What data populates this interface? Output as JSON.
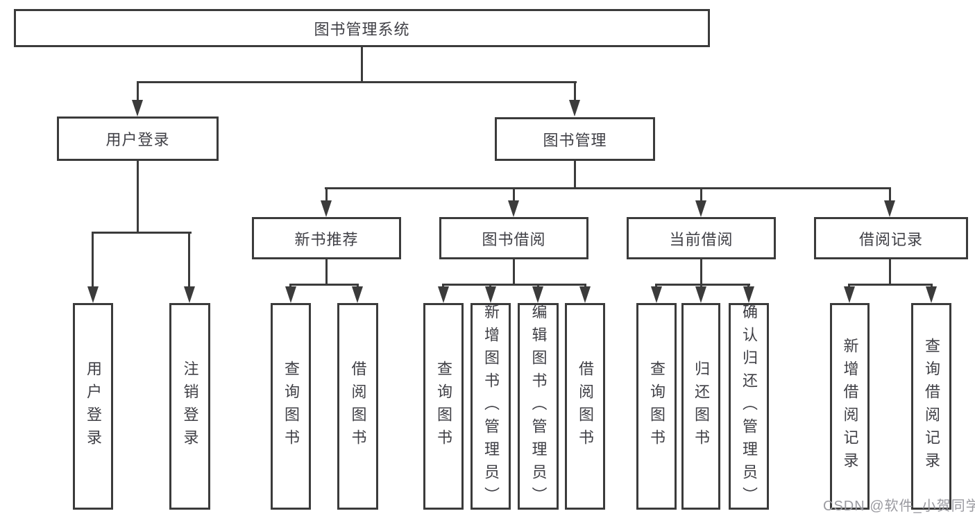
{
  "colors": {
    "line": "#3b3b3b",
    "text": "#3f3f45",
    "watermark_text": "#9a9aa0",
    "background": "#ffffff"
  },
  "nodes": {
    "root": {
      "label": "图书管理系统"
    },
    "user_login": {
      "label": "用户登录"
    },
    "book_management": {
      "label": "图书管理"
    },
    "new_book_recommend": {
      "label": "新书推荐"
    },
    "book_borrowing": {
      "label": "图书借阅"
    },
    "current_borrowing": {
      "label": "当前借阅"
    },
    "borrowing_records": {
      "label": "借阅记录"
    },
    "user_login_leaf": {
      "label": "用户登录"
    },
    "logout_leaf": {
      "label": "注销登录"
    },
    "query_books_recommend": {
      "label": "查询图书"
    },
    "borrow_books_recommend": {
      "label": "借阅图书"
    },
    "query_books_borrowing": {
      "label": "查询图书"
    },
    "add_books_admin": {
      "label": "新增图书（管理员）"
    },
    "edit_books_admin": {
      "label": "编辑图书（管理员）"
    },
    "borrow_books_borrowing": {
      "label": "借阅图书"
    },
    "query_books_current": {
      "label": "查询图书"
    },
    "return_books": {
      "label": "归还图书"
    },
    "confirm_return_admin": {
      "label": "确认归还（管理员）"
    },
    "add_borrow_record": {
      "label": "新增借阅记录"
    },
    "query_borrow_record": {
      "label": "查询借阅记录"
    }
  },
  "watermark": {
    "text": "CSDN @软件_小贺同学"
  }
}
